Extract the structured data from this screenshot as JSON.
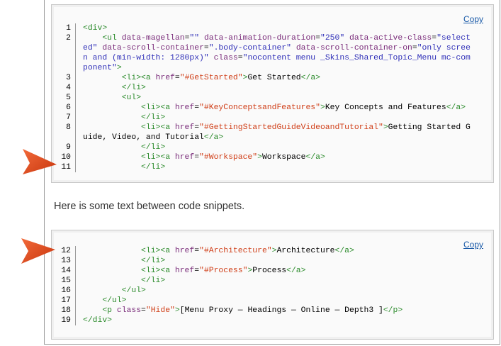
{
  "snippet1": {
    "copy_label": "Copy",
    "lines": [
      {
        "num": "1",
        "html": "<span class='tag'>&lt;div&gt;</span>"
      },
      {
        "num": "2",
        "html": "    <span class='tag'>&lt;ul</span> <span class='attr'>data-magellan</span>=<span class='val'>\"\"</span> <span class='attr'>data-animation-duration</span>=<span class='val'>\"250\"</span> <span class='attr'>data-active-class</span>=<span class='val'>\"selected\"</span> <span class='attr'>data-scroll-container</span>=<span class='val'>\".body-container\"</span> <span class='attr'>data-scroll-container-on</span>=<span class='val'>\"only screen and (min-width: 1280px)\"</span> <span class='attr'>class</span>=<span class='val'>\"nocontent menu _Skins_Shared_Topic_Menu mc-component\"</span><span class='tag'>&gt;</span>"
      },
      {
        "num": "3",
        "html": "        <span class='tag'>&lt;li&gt;&lt;a</span> <span class='attr'>href</span>=<span class='attval'>\"#GetStarted\"</span><span class='tag'>&gt;</span>Get Started<span class='tag'>&lt;/a&gt;</span>"
      },
      {
        "num": "4",
        "html": "        <span class='tag'>&lt;/li&gt;</span>"
      },
      {
        "num": "5",
        "html": "        <span class='tag'>&lt;ul&gt;</span>"
      },
      {
        "num": "6",
        "html": "            <span class='tag'>&lt;li&gt;&lt;a</span> <span class='attr'>href</span>=<span class='attval'>\"#KeyConceptsandFeatures\"</span><span class='tag'>&gt;</span>Key Concepts and Features<span class='tag'>&lt;/a&gt;</span>"
      },
      {
        "num": "7",
        "html": "            <span class='tag'>&lt;/li&gt;</span>"
      },
      {
        "num": "8",
        "html": "            <span class='tag'>&lt;li&gt;&lt;a</span> <span class='attr'>href</span>=<span class='attval'>\"#GettingStartedGuideVideoandTutorial\"</span><span class='tag'>&gt;</span>Getting Started Guide, Video, and Tutorial<span class='tag'>&lt;/a&gt;</span>"
      },
      {
        "num": "9",
        "html": "            <span class='tag'>&lt;/li&gt;</span>"
      },
      {
        "num": "10",
        "html": "            <span class='tag'>&lt;li&gt;&lt;a</span> <span class='attr'>href</span>=<span class='attval'>\"#Workspace\"</span><span class='tag'>&gt;</span>Workspace<span class='tag'>&lt;/a&gt;</span>"
      },
      {
        "num": "11",
        "html": "            <span class='tag'>&lt;/li&gt;</span>"
      }
    ]
  },
  "between_text": "Here is some text between code snippets.",
  "snippet2": {
    "copy_label": "Copy",
    "lines": [
      {
        "num": "12",
        "html": "            <span class='tag'>&lt;li&gt;&lt;a</span> <span class='attr'>href</span>=<span class='attval'>\"#Architecture\"</span><span class='tag'>&gt;</span>Architecture<span class='tag'>&lt;/a&gt;</span>"
      },
      {
        "num": "13",
        "html": "            <span class='tag'>&lt;/li&gt;</span>"
      },
      {
        "num": "14",
        "html": "            <span class='tag'>&lt;li&gt;&lt;a</span> <span class='attr'>href</span>=<span class='attval'>\"#Process\"</span><span class='tag'>&gt;</span>Process<span class='tag'>&lt;/a&gt;</span>"
      },
      {
        "num": "15",
        "html": "            <span class='tag'>&lt;/li&gt;</span>"
      },
      {
        "num": "16",
        "html": "        <span class='tag'>&lt;/ul&gt;</span>"
      },
      {
        "num": "17",
        "html": "    <span class='tag'>&lt;/ul&gt;</span>"
      },
      {
        "num": "18",
        "html": "    <span class='tag'>&lt;p</span> <span class='attr'>class</span>=<span class='attval'>\"Hide\"</span><span class='tag'>&gt;</span>[Menu Proxy — Headings — Online — Depth3 ]<span class='tag'>&lt;/p&gt;</span>"
      },
      {
        "num": "19",
        "html": "<span class='tag'>&lt;/div&gt;</span>"
      }
    ]
  },
  "colors": {
    "arrow": "#e8481c",
    "tag": "#2a8a2a",
    "attr": "#7a2c7a",
    "value": "#3030b8",
    "href_value": "#d0401a",
    "link": "#1a5aa8"
  }
}
